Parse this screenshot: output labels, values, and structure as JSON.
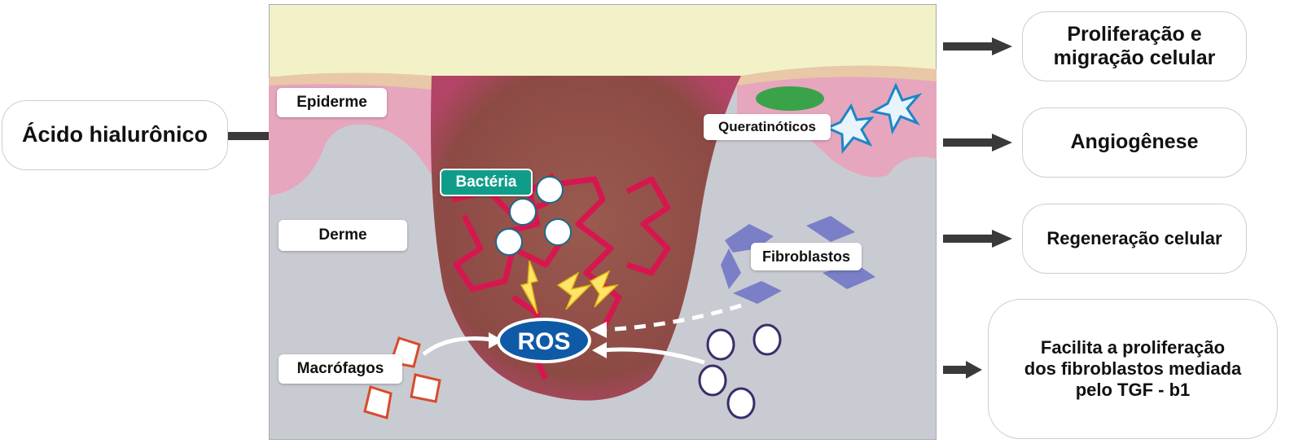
{
  "left_label": "Ácido hialurônico",
  "diagram": {
    "epiderme": "Epiderme",
    "derme": "Derme",
    "bacteria": "Bactéria",
    "queratinocitos": "Queratinóticos",
    "fibroblastos": "Fibroblastos",
    "macrofagos": "Macrófagos",
    "ros": "ROS"
  },
  "outcomes": [
    "Proliferação e\nmigração celular",
    "Angiogênese",
    "Regeneração celular",
    "Facilita a proliferação\ndos fibroblastos mediada\npelo TGF - b1"
  ],
  "colors": {
    "wound": "#93514a",
    "vessels": "#d6174f",
    "skin_top": "#f2f1c8",
    "dermis": "#c9cbd2",
    "ros": "#0f5aa6",
    "bacteria_tag": "#0f9d8a",
    "arrow": "#3a3a3a"
  }
}
